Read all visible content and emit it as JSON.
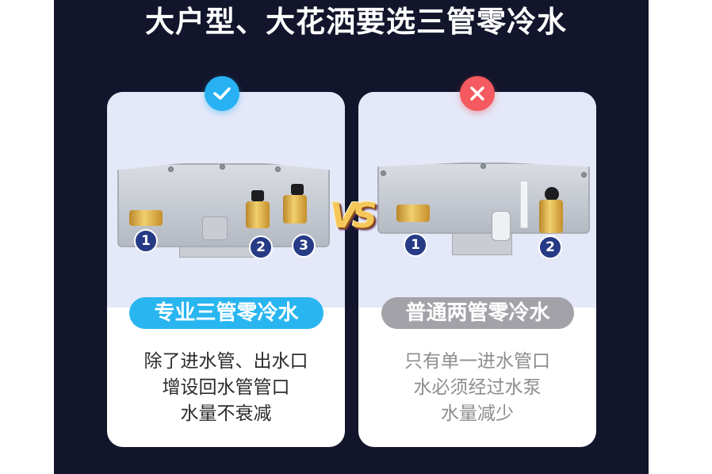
{
  "title": "大户型、大花洒要选三管零冷水",
  "colors": {
    "background_panel": "#12152b",
    "card_tint": "#e4e8f8",
    "good_accent": "#29b6f0",
    "bad_accent": "#f45a5f",
    "bad_pill": "#a2a2a8",
    "number_badge": "#263a86"
  },
  "vs_label": "VS",
  "cards": [
    {
      "status": "check",
      "status_icon": "check-icon",
      "pill_label": "专业三管零冷水",
      "numbers": [
        "1",
        "2",
        "3"
      ],
      "description": [
        "除了进水管、出水口",
        "增设回水管管口",
        "水量不衰减"
      ]
    },
    {
      "status": "cross",
      "status_icon": "close-icon",
      "pill_label": "普通两管零冷水",
      "numbers": [
        "1",
        "2"
      ],
      "description": [
        "只有单一进水管口",
        "水必须经过水泵",
        "水量减少"
      ]
    }
  ]
}
